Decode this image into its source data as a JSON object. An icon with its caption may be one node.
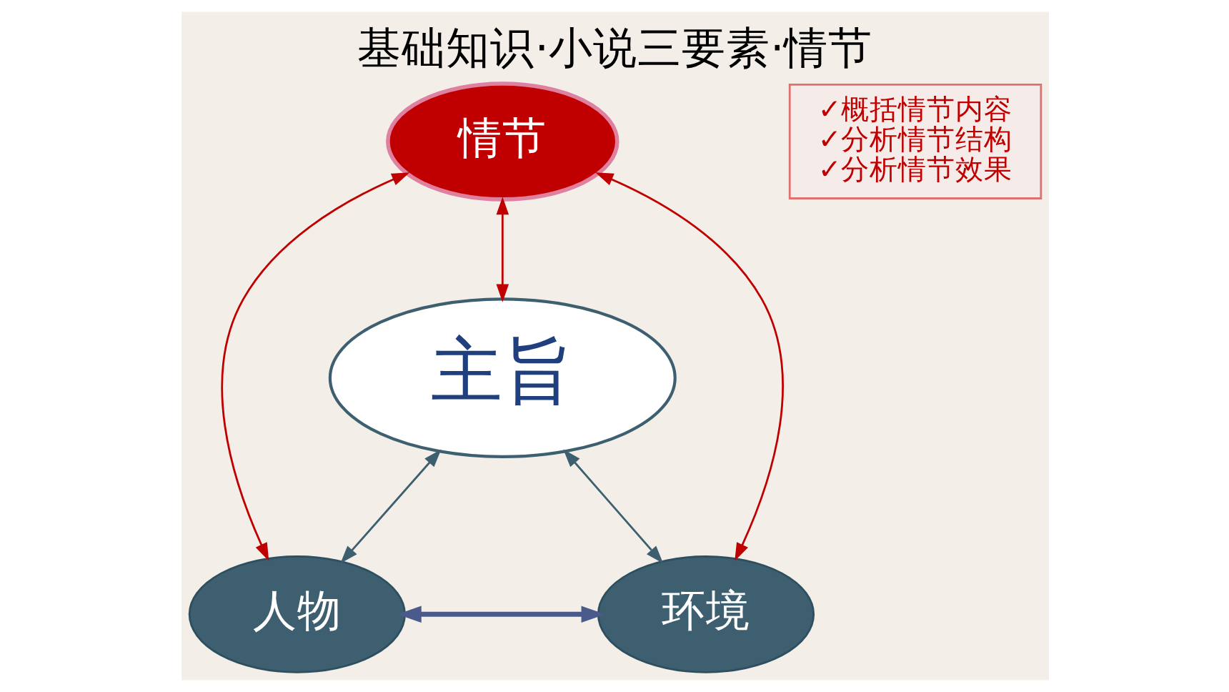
{
  "diagram": {
    "title": "基础知识·小说三要素·情节",
    "nodes": [
      {
        "text": [
          "情节"
        ]
      },
      {
        "text": [
          "✓概括情节内容",
          "✓分析情节结构",
          "✓分析情节效果"
        ]
      },
      {
        "text": [
          "主旨"
        ]
      },
      {
        "text": [
          "人物"
        ]
      },
      {
        "text": [
          "环境"
        ]
      }
    ],
    "edges": [
      {
        "from": 0,
        "to": 3,
        "arrow": "both",
        "color": "#c00000"
      },
      {
        "from": 0,
        "to": 2,
        "arrow": "both",
        "color": "#c00000"
      },
      {
        "from": 0,
        "to": 4,
        "arrow": "both",
        "color": "#c00000"
      },
      {
        "from": 2,
        "to": 3,
        "arrow": "both",
        "color": "#3d5f6f"
      },
      {
        "from": 2,
        "to": 4,
        "arrow": "both",
        "color": "#3d5f6f"
      },
      {
        "from": 3,
        "to": 4,
        "arrow": "both",
        "color": "#4a5a8a",
        "style": "thick"
      }
    ]
  }
}
